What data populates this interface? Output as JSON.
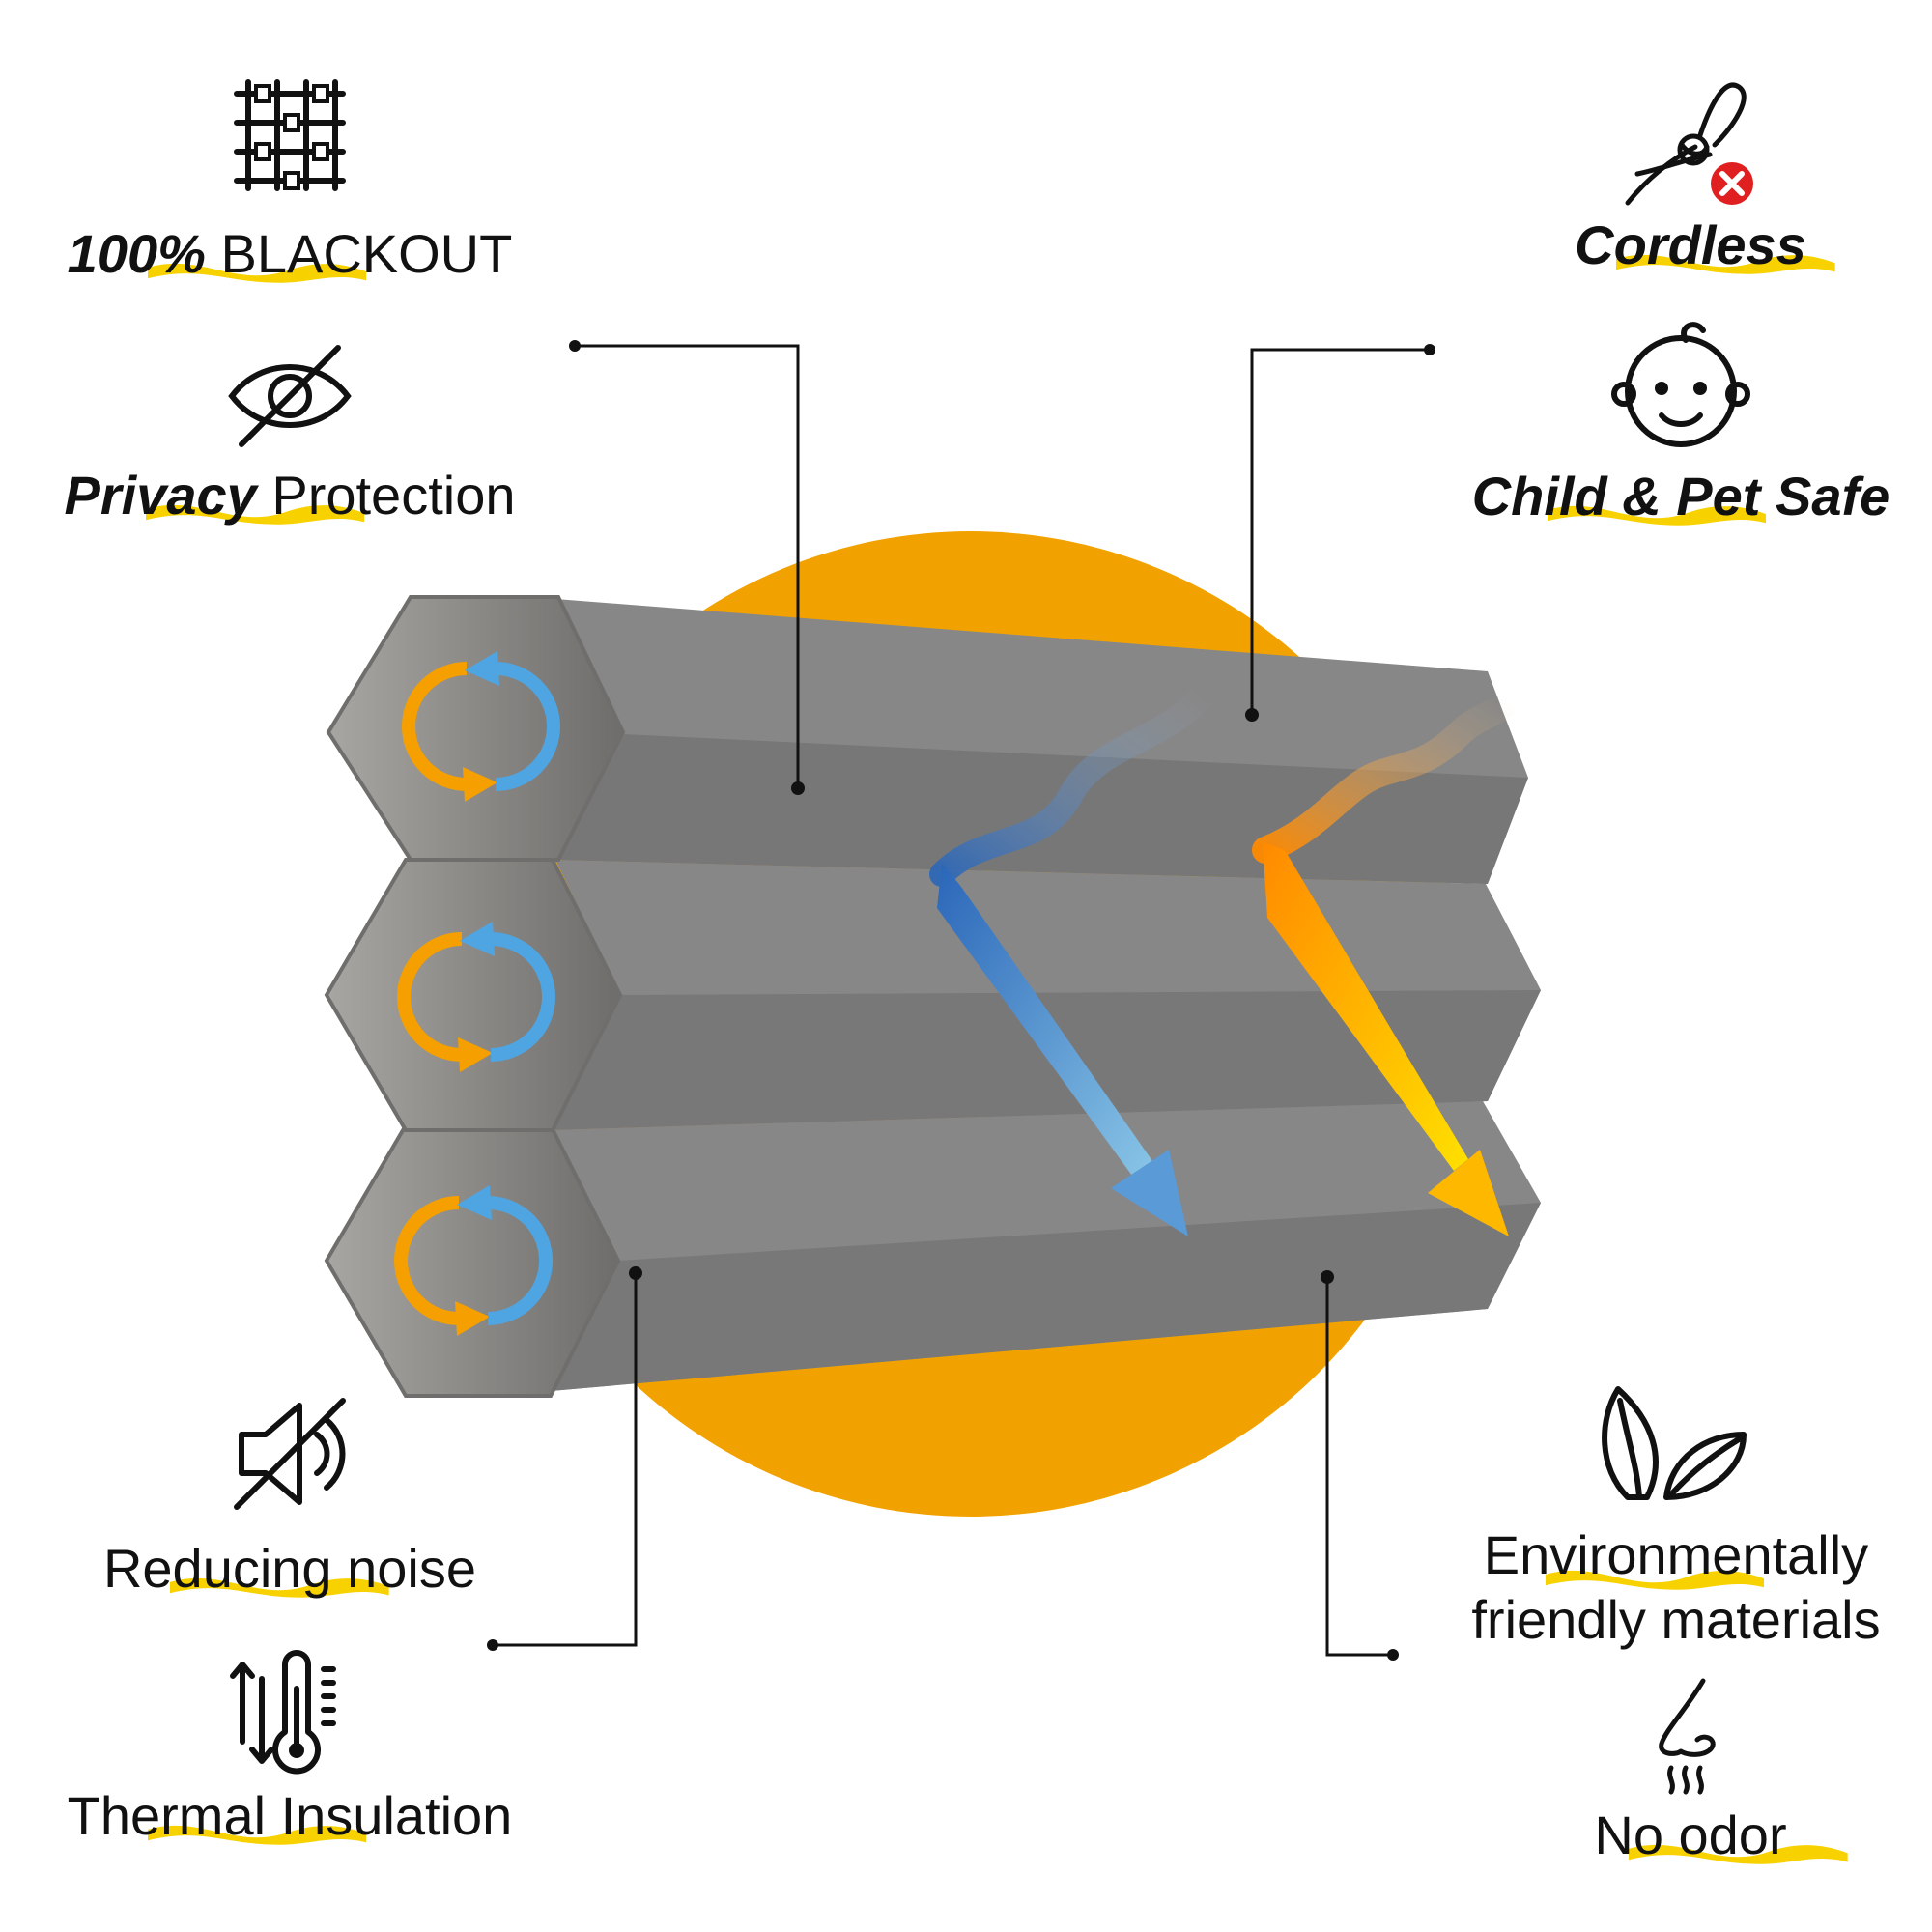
{
  "colors": {
    "sun": "#f2a200",
    "cell_top": "#878787",
    "cell_bottom": "#787878",
    "hex_face": "#9a9894",
    "cool_arrow": "#4f96d6",
    "warm_arrow": "#ffc400",
    "swoosh": "#f7d200",
    "leader_line": "#111111",
    "cycle_orange": "#f5a000",
    "cycle_blue": "#4fa5e2"
  },
  "features": {
    "blackout": {
      "label_italic": "100%",
      "label_rest": " BLACKOUT",
      "icon": "woven-fabric-icon"
    },
    "privacy": {
      "label_italic": "Privacy",
      "label_rest": " Protection",
      "icon": "eye-off-icon"
    },
    "cordless": {
      "label": "Cordless",
      "icon": "tangled-cord-no-icon"
    },
    "child_pet": {
      "label": "Child & Pet Safe",
      "icon": "baby-face-icon"
    },
    "noise": {
      "label": "Reducing noise",
      "icon": "speaker-mute-icon"
    },
    "thermal": {
      "label": "Thermal Insulation",
      "icon": "thermometer-icon"
    },
    "eco": {
      "label_line1": "Environmentally",
      "label_line2": "friendly materials",
      "icon": "leaves-icon"
    },
    "odor": {
      "label": "No odor",
      "icon": "nose-icon"
    }
  }
}
